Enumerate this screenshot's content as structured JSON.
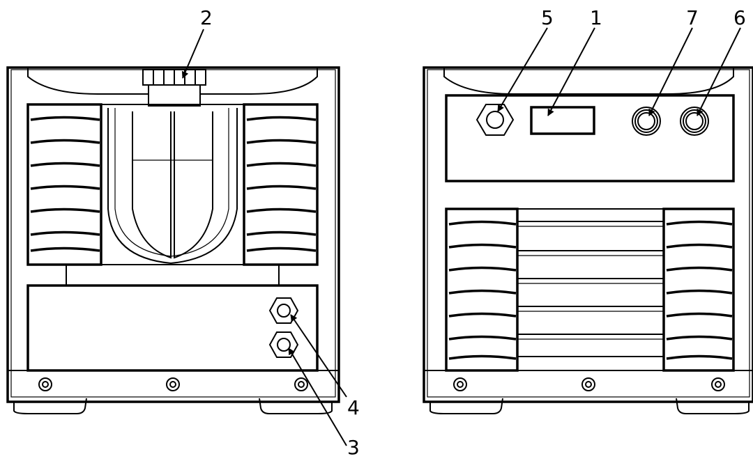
{
  "diagram": {
    "callouts": {
      "n1": "1",
      "n2": "2",
      "n3": "3",
      "n4": "4",
      "n5": "5",
      "n6": "6",
      "n7": "7"
    }
  }
}
